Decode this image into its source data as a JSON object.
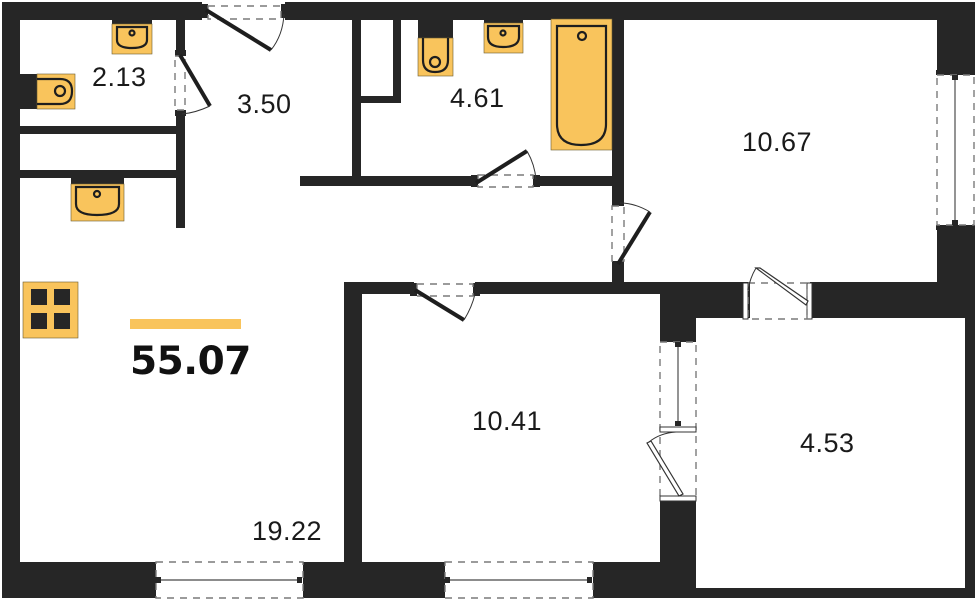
{
  "plan": {
    "total_area": "55.07",
    "colors": {
      "wall": "#262626",
      "fixture": "#f9c45c",
      "accent_bar": "#f9c45c",
      "background": "#ffffff"
    },
    "rooms": [
      {
        "id": "wc",
        "area": "2.13"
      },
      {
        "id": "hallway",
        "area": "3.50"
      },
      {
        "id": "bathroom",
        "area": "4.61"
      },
      {
        "id": "bedroom",
        "area": "10.67"
      },
      {
        "id": "kitchen-living",
        "area": "19.22"
      },
      {
        "id": "room",
        "area": "10.41"
      },
      {
        "id": "loggia",
        "area": "4.53"
      }
    ],
    "icons": {
      "sink": "sink-icon",
      "toilet": "toilet-icon",
      "bathtub": "bathtub-icon",
      "stove": "stove-icon",
      "door": "door-icon",
      "window": "window-icon"
    }
  }
}
